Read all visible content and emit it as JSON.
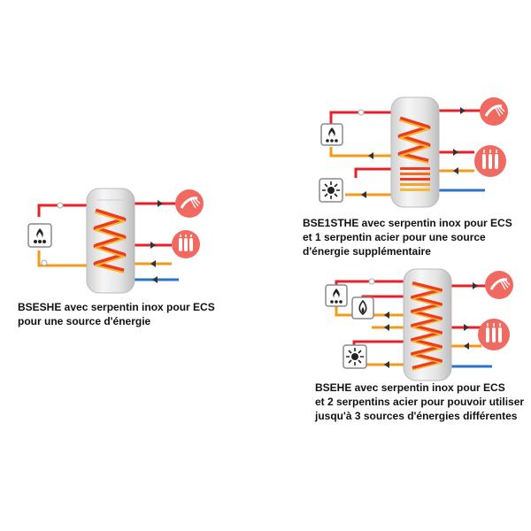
{
  "colors": {
    "hot": "#e8202a",
    "warm": "#f39a1a",
    "cold": "#2a74c8",
    "tank": "#e9e9e9",
    "coil_hot": "#ef3b1d",
    "coil_warm": "#f7b733"
  },
  "systems": [
    {
      "id": "bseshe",
      "caption": [
        "BSESHE avec serpentin inox pour ECS",
        "pour une source d'énergie"
      ],
      "sources": [
        "boiler-icon"
      ],
      "outputs": [
        "shower-icon",
        "radiator-icon"
      ]
    },
    {
      "id": "bse1sthe",
      "caption": [
        "BSE1STHE avec serpentin inox pour ECS",
        "et 1 serpentin acier pour une source",
        "d'énergie supplémentaire"
      ],
      "sources": [
        "boiler-icon",
        "solar-icon"
      ],
      "outputs": [
        "shower-icon",
        "radiator-icon"
      ]
    },
    {
      "id": "bsehe",
      "caption": [
        "BSEHE avec serpentin inox pour ECS",
        "et 2 serpentins acier pour pouvoir utiliser",
        "jusqu'à 3 sources d'énergies différentes"
      ],
      "sources": [
        "boiler-icon",
        "flame-icon",
        "solar-icon"
      ],
      "outputs": [
        "shower-icon",
        "radiator-icon"
      ]
    }
  ]
}
